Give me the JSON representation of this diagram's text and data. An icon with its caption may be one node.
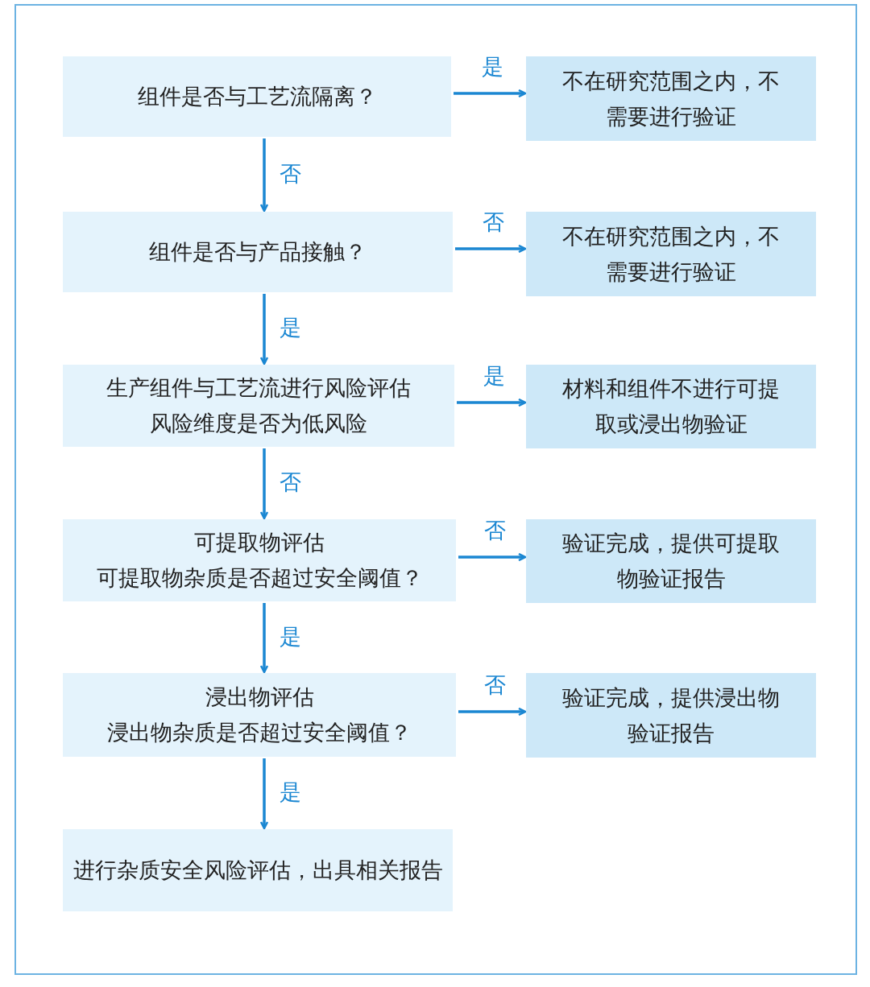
{
  "diagram": {
    "nodes": [
      {
        "text": [
          "组件是否与工艺流隔离？"
        ]
      },
      {
        "text": [
          "不在研究范围之内，不需要进行验证"
        ]
      },
      {
        "text": [
          "组件是否与产品接触？"
        ]
      },
      {
        "text": [
          "不在研究范围之内，不需要进行验证"
        ]
      },
      {
        "text": [
          "生产组件与工艺流进行风险评估",
          "风险维度是否为低风险"
        ]
      },
      {
        "text": [
          "材料和组件不进行可提取或浸出物验证"
        ]
      },
      {
        "text": [
          "可提取物评估",
          "可提取物杂质是否超过安全阈值？"
        ]
      },
      {
        "text": [
          "验证完成，提供可提取物验证报告"
        ]
      },
      {
        "text": [
          "浸出物评估",
          "浸出物杂质是否超过安全阈值？"
        ]
      },
      {
        "text": [
          "验证完成，提供浸出物验证报告"
        ]
      },
      {
        "text": [
          "进行杂质安全风险评估，出具相关报告"
        ]
      }
    ],
    "edges": [
      {
        "from": 0,
        "to": 1,
        "arrow": "to",
        "label": "是"
      },
      {
        "from": 0,
        "to": 2,
        "arrow": "to",
        "label": "否"
      },
      {
        "from": 2,
        "to": 3,
        "arrow": "to",
        "label": "否"
      },
      {
        "from": 2,
        "to": 4,
        "arrow": "to",
        "label": "是"
      },
      {
        "from": 4,
        "to": 5,
        "arrow": "to",
        "label": "是"
      },
      {
        "from": 4,
        "to": 6,
        "arrow": "to",
        "label": "否"
      },
      {
        "from": 6,
        "to": 7,
        "arrow": "to",
        "label": "否"
      },
      {
        "from": 6,
        "to": 8,
        "arrow": "to",
        "label": "是"
      },
      {
        "from": 8,
        "to": 9,
        "arrow": "to",
        "label": "否"
      },
      {
        "from": 8,
        "to": 10,
        "arrow": "to",
        "label": "是"
      }
    ]
  }
}
